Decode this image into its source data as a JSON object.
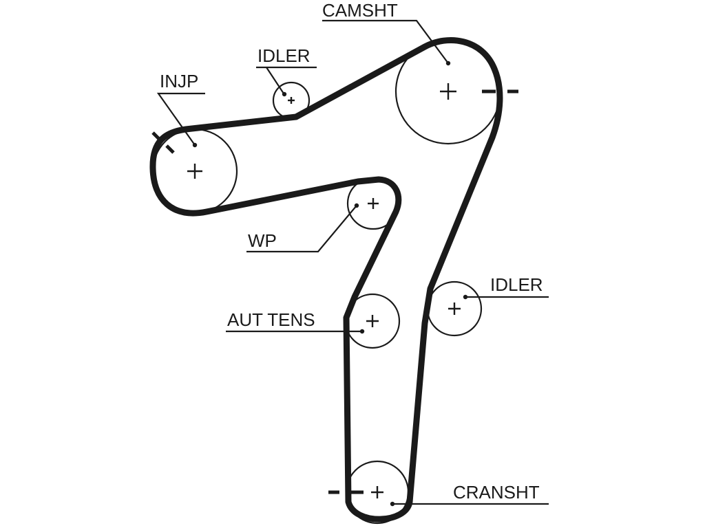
{
  "diagram": {
    "labels": {
      "camshaft": "CAMSHT",
      "idler_top": "IDLER",
      "injection_pump": "INJP",
      "water_pump": "WP",
      "idler_right": "IDLER",
      "auto_tensioner": "AUT TENS",
      "crankshaft": "CRANSHT"
    }
  }
}
